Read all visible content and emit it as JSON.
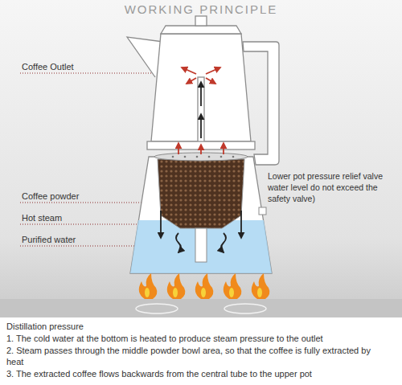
{
  "diagram": {
    "title": "WORKING PRINCIPLE",
    "labels": [
      "Coffee Outlet",
      "Coffee powder",
      "Hot steam",
      "Purified water",
      "Lower pot pressure relief valve water level do not exceed the safety valve)",
      "Distillation pressure",
      "1. The cold water at the bottom is heated to produce steam pressure to the outlet",
      "2. Steam passes through the middle powder bowl area, so that the coffee is fully extracted by heat",
      "3. The extracted coffee flows backwards from the central tube to the upper pot"
    ]
  }
}
